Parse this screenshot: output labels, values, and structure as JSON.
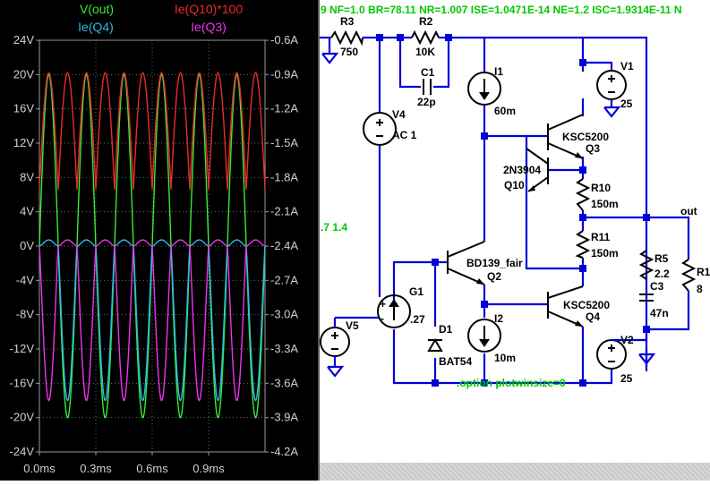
{
  "plot": {
    "traces": [
      {
        "label": "V(out)",
        "color": "#33ee33"
      },
      {
        "label": "Ie(Q10)*100",
        "color": "#ee2a2a"
      },
      {
        "label": "Ie(Q4)",
        "color": "#33b6ee"
      },
      {
        "label": "Ie(Q3)",
        "color": "#ee33ee"
      }
    ],
    "left_ticks": [
      "24V",
      "20V",
      "16V",
      "12V",
      "8V",
      "4V",
      "0V",
      "-4V",
      "-8V",
      "-12V",
      "-16V",
      "-20V",
      "-24V"
    ],
    "right_ticks": [
      "-0.6A",
      "-0.9A",
      "-1.2A",
      "-1.5A",
      "-1.8A",
      "-2.1A",
      "-2.4A",
      "-2.7A",
      "-3.0A",
      "-3.3A",
      "-3.6A",
      "-3.9A",
      "-4.2A"
    ],
    "x_ticks": [
      "0.0ms",
      "0.3ms",
      "0.6ms",
      "0.9ms"
    ]
  },
  "chart_data": {
    "type": "line",
    "x_unit": "ms",
    "xlim": [
      0,
      1.2
    ],
    "ylim_left": [
      -24,
      24
    ],
    "ylim_right": [
      -4.2,
      -0.6
    ],
    "grid": true,
    "series": [
      {
        "name": "V(out)",
        "axis": "left",
        "color": "#33ee33",
        "shape": "sine",
        "frequency_khz": 5,
        "amplitude": 20,
        "offset": 0,
        "phase_deg": 0
      },
      {
        "name": "Ie(Q10)*100",
        "axis": "left",
        "color": "#ee2a2a",
        "shape": "rectified",
        "frequency_khz": 5,
        "amplitude": 13.6,
        "offset": 6.6,
        "phase_deg": 0
      },
      {
        "name": "Ie(Q4)",
        "axis": "right",
        "color": "#33b6ee",
        "shape": "half_sine",
        "frequency_khz": 5,
        "amplitude": 1.35,
        "offset": -2.4,
        "phase_deg": 0
      },
      {
        "name": "Ie(Q3)",
        "axis": "right",
        "color": "#ee33ee",
        "shape": "half_sine",
        "frequency_khz": 5,
        "amplitude": 1.35,
        "offset": -2.4,
        "phase_deg": 180
      }
    ]
  },
  "schematic": {
    "spice_line": "9 NF=1.0 BR=78.11 NR=1.007 ISE=1.0471E-14 NE=1.2 ISC=1.9314E-11 N",
    "partial_param": ".7 1.4",
    "plot_directive": ".option plotwinsize=0",
    "components": {
      "r3": {
        "name": "R3",
        "value": "750"
      },
      "r2": {
        "name": "R2",
        "value": "10K"
      },
      "c1": {
        "name": "C1",
        "value": "22p"
      },
      "i1": {
        "name": "I1",
        "value": "60m"
      },
      "v1": {
        "name": "V1",
        "value": "25"
      },
      "v4": {
        "name": "V4",
        "value": "AC 1"
      },
      "q3": {
        "name": "Q3",
        "model": "KSC5200"
      },
      "q10": {
        "name": "Q10",
        "model": "2N3904"
      },
      "r10": {
        "name": "R10",
        "value": "150m"
      },
      "r11": {
        "name": "R11",
        "value": "150m"
      },
      "q2": {
        "name": "Q2",
        "model": "BD139_fair"
      },
      "g1": {
        "name": "G1",
        "value": ".27"
      },
      "d1": {
        "name": "D1",
        "model": "BAT54"
      },
      "i2": {
        "name": "I2",
        "value": "10m"
      },
      "q4": {
        "name": "Q4",
        "model": "KSC5200"
      },
      "r5": {
        "name": "R5",
        "value": "2.2"
      },
      "c3": {
        "name": "C3",
        "value": "47n"
      },
      "r1": {
        "name": "R1",
        "value": "8"
      },
      "v5": {
        "name": "V5",
        "value": ""
      },
      "v2": {
        "name": "V2",
        "value": "25"
      }
    },
    "net_out": "out"
  }
}
